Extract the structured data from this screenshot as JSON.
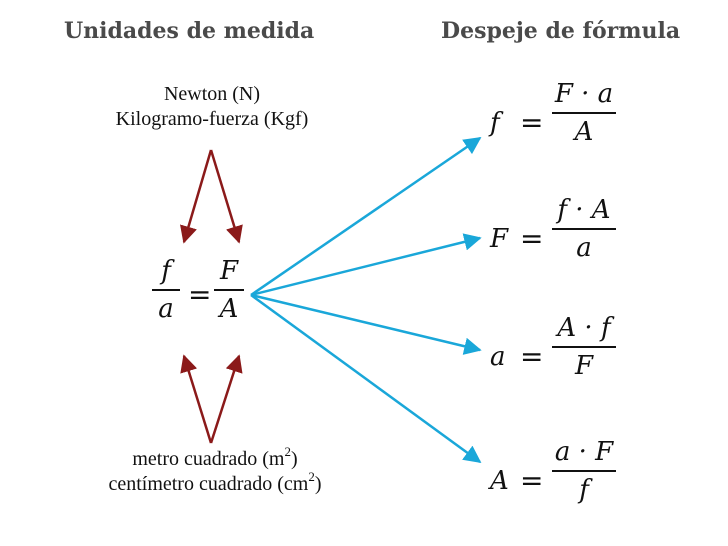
{
  "headings": {
    "units": "Unidades de medida",
    "despeje": "Despeje de fórmula"
  },
  "units": {
    "force_line1": "Newton (N)",
    "force_line2": "Kilogramo-fuerza (Kgf)",
    "area_line1_prefix": "metro cuadrado (m",
    "area_line1_sup": "2",
    "area_line1_suffix": ")",
    "area_line2_prefix": "centímetro cuadrado (cm",
    "area_line2_sup": "2",
    "area_line2_suffix": ")"
  },
  "central_equation": {
    "left_num": "f",
    "left_den": "a",
    "equals": "=",
    "right_num": "F",
    "right_den": "A"
  },
  "formulas": [
    {
      "lhs": "f",
      "equals": "=",
      "num": "F · a",
      "den": "A"
    },
    {
      "lhs": "F",
      "equals": "=",
      "num": "f · A",
      "den": "a"
    },
    {
      "lhs": "a",
      "equals": "=",
      "num": "A · f",
      "den": "F"
    },
    {
      "lhs": "A",
      "equals": "=",
      "num": "a · F",
      "den": "f"
    }
  ],
  "colors": {
    "heading": "#4a4a4a",
    "red_arrow": "#8b1a1a",
    "blue_arrow": "#1aa7d9"
  }
}
